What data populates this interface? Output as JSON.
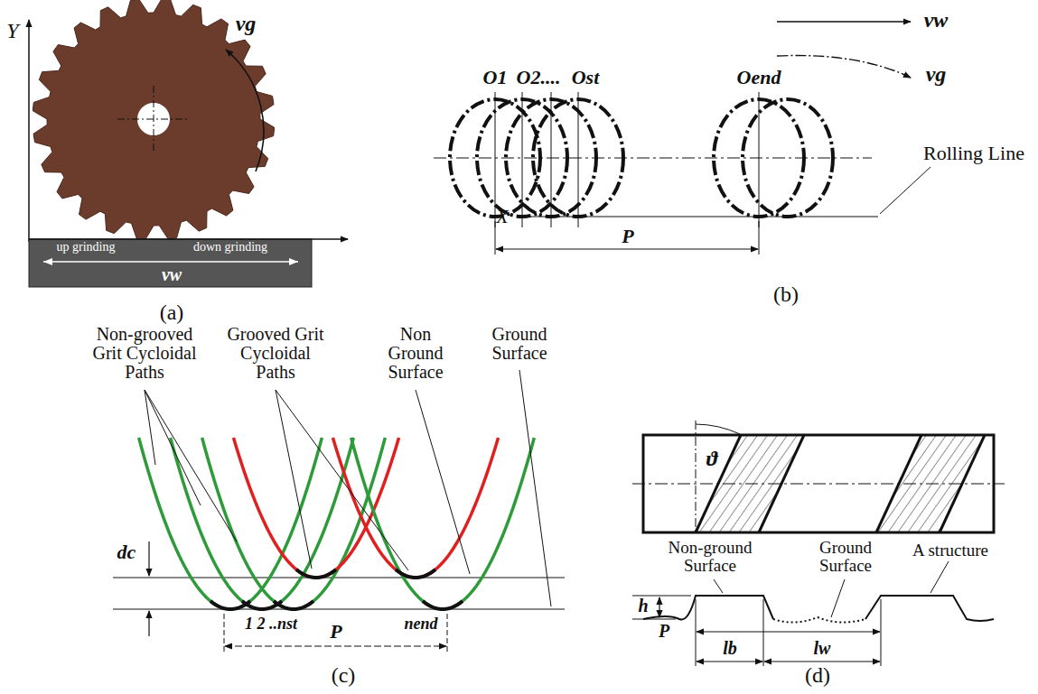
{
  "diagram": {
    "labels": [
      "Y",
      "vg",
      "up grinding",
      "vw",
      "down grinding",
      "(a)",
      "vw",
      "vg",
      "O1",
      "O2....",
      "Ost",
      "Oend",
      "Rolling Line",
      "X",
      "P",
      "(b)",
      "Non-grooved Grit Cycloidal Paths",
      "Grooved Grit Cycloidal Paths",
      "Non Ground Surface",
      "Ground Surface",
      "dc",
      "1 2 ..nst",
      "nend",
      "P",
      "(c)",
      "ϑ",
      "Non-ground Surface",
      "Ground Surface",
      "A structure",
      "h",
      "P",
      "lb",
      "lw",
      "(d)"
    ]
  }
}
